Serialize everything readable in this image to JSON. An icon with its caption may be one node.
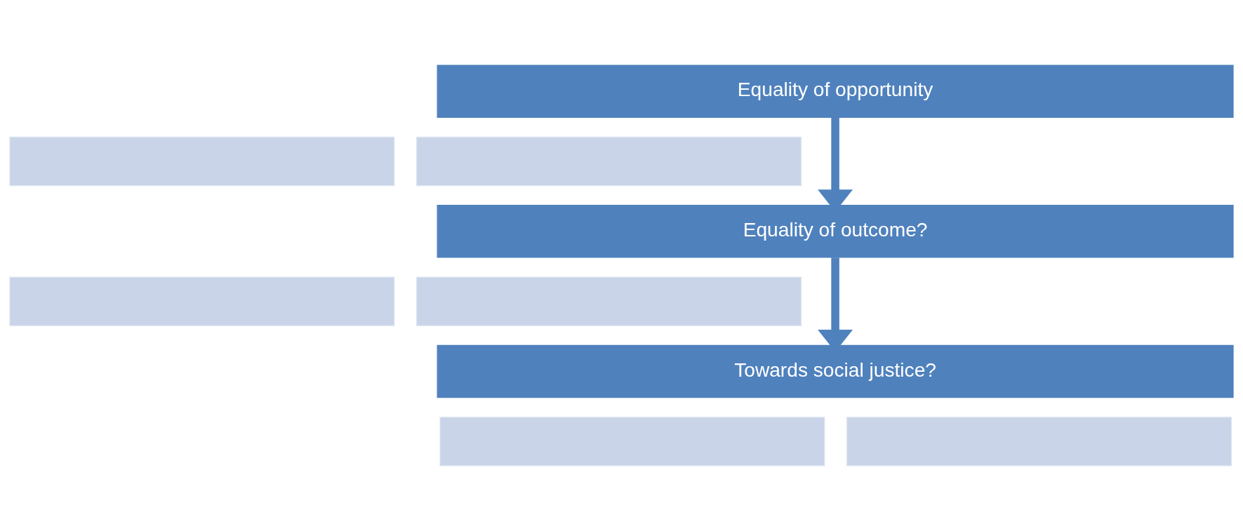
{
  "diagram": {
    "nodes": [
      {
        "text": [
          "Equality of opportunity"
        ]
      },
      {
        "text": [],
        "shape": "box"
      },
      {
        "text": [],
        "shape": "box"
      },
      {
        "text": [
          "Equality of outcome?"
        ]
      },
      {
        "text": [],
        "shape": "box"
      },
      {
        "text": [],
        "shape": "box"
      },
      {
        "text": [
          "Towards social justice?"
        ]
      },
      {
        "text": [],
        "shape": "box"
      },
      {
        "text": [],
        "shape": "box"
      }
    ],
    "edges": [
      {
        "from": 0,
        "to": 3,
        "arrow": "to"
      },
      {
        "from": 3,
        "to": 6,
        "arrow": "to"
      }
    ]
  }
}
